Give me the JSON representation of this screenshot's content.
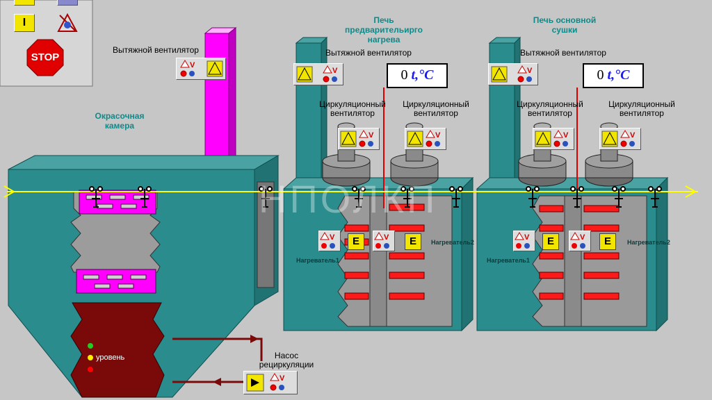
{
  "colors": {
    "background": "#c6c6c6",
    "teal": "#2a8c8c",
    "magenta": "#ff00ff",
    "conveyor": "#ffff00",
    "heater": "#ff1a1a",
    "dark_red": "#7a0a0a",
    "fan_grey": "#8a8a8a"
  },
  "toolbar": {
    "indicator_label": "I",
    "stop_label": "STOP"
  },
  "paint_chamber": {
    "title": "Окрасочная камера",
    "exhaust_fan_label": "Вытяжной вентилятор",
    "level_label": "уровень",
    "pump_label": "Насос рециркуляции"
  },
  "preheat_oven": {
    "title": "Печь предварительирго нагрева",
    "exhaust_fan_label": "Вытяжной вентилятор",
    "circ_fan_1_label": "Циркуляционный вентилятор",
    "circ_fan_2_label": "Циркуляционный вентилятор",
    "temp_value": "0",
    "temp_unit": "t,°C",
    "heater_1_label": "Нагреватель1",
    "heater_2_label": "Нагреватель2",
    "heater_button": "E"
  },
  "main_oven": {
    "title": "Печь основной сушки",
    "exhaust_fan_label": "Вытяжной вентилятор",
    "circ_fan_1_label": "Циркуляционный вентилятор",
    "circ_fan_2_label": "Циркуляционный вентилятор",
    "temp_value": "0",
    "temp_unit": "t,°C",
    "heater_1_label": "Нагреватель1",
    "heater_2_label": "Нагреватель2",
    "heater_button": "E"
  },
  "watermark": "НПОЛКП",
  "icons": {
    "alarm": "warning-triangle-icon",
    "limit": "v-limit-icon",
    "fan": "fan-warning-icon",
    "manual": "hand-icon",
    "pump": "pump-icon"
  }
}
